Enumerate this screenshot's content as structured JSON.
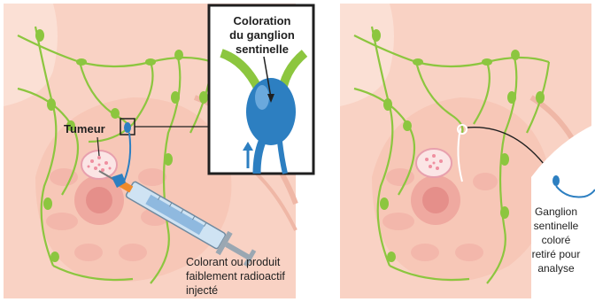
{
  "labels": {
    "tumor": "Tumeur",
    "inset_line1": "Coloration",
    "inset_line2": "du ganglion",
    "inset_line3": "sentinelle",
    "injection_line1": "Colorant ou produit",
    "injection_line2": "faiblement radioactif",
    "injection_line3": "injecté",
    "removed_line1": "Ganglion",
    "removed_line2": "sentinelle",
    "removed_line3": "coloré",
    "removed_line4": "retiré pour",
    "removed_line5": "analyse"
  },
  "colors": {
    "skin": "#f9d2c4",
    "skin_dark": "#efb7a6",
    "lymph": "#8cc63f",
    "lymph_dark": "#5d9b2a",
    "dye": "#2d7fc1",
    "tumor": "#f2a9b5"
  }
}
